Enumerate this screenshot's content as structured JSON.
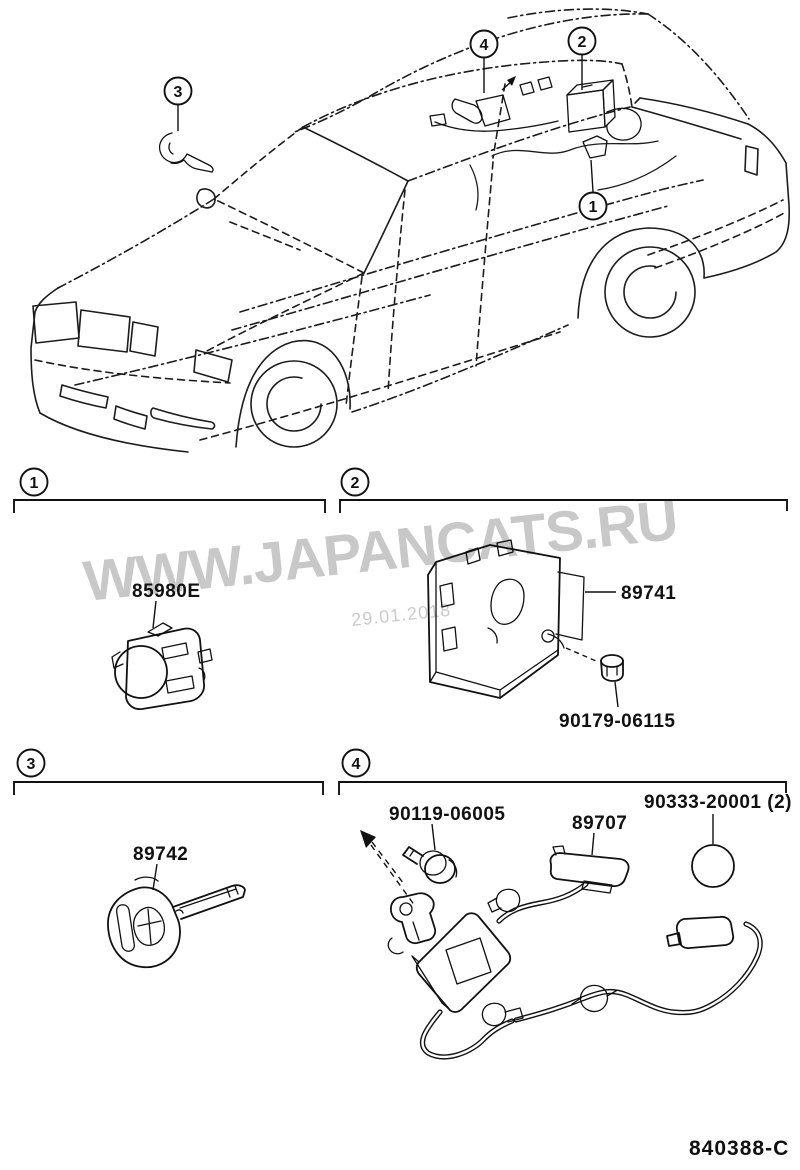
{
  "doc_number": "840388-C",
  "watermark": {
    "site": "WWW.JAPANCATS.RU",
    "date": "29.01.2018"
  },
  "callouts": {
    "n1": "1",
    "n2": "2",
    "n3": "3",
    "n4": "4"
  },
  "parts": {
    "receiver": "85980E",
    "module": "89741",
    "module_nut": "90179-06115",
    "key": "89742",
    "bolt": "90119-06005",
    "antenna_connector": "89707",
    "grommet": "90333-20001 (2)"
  }
}
